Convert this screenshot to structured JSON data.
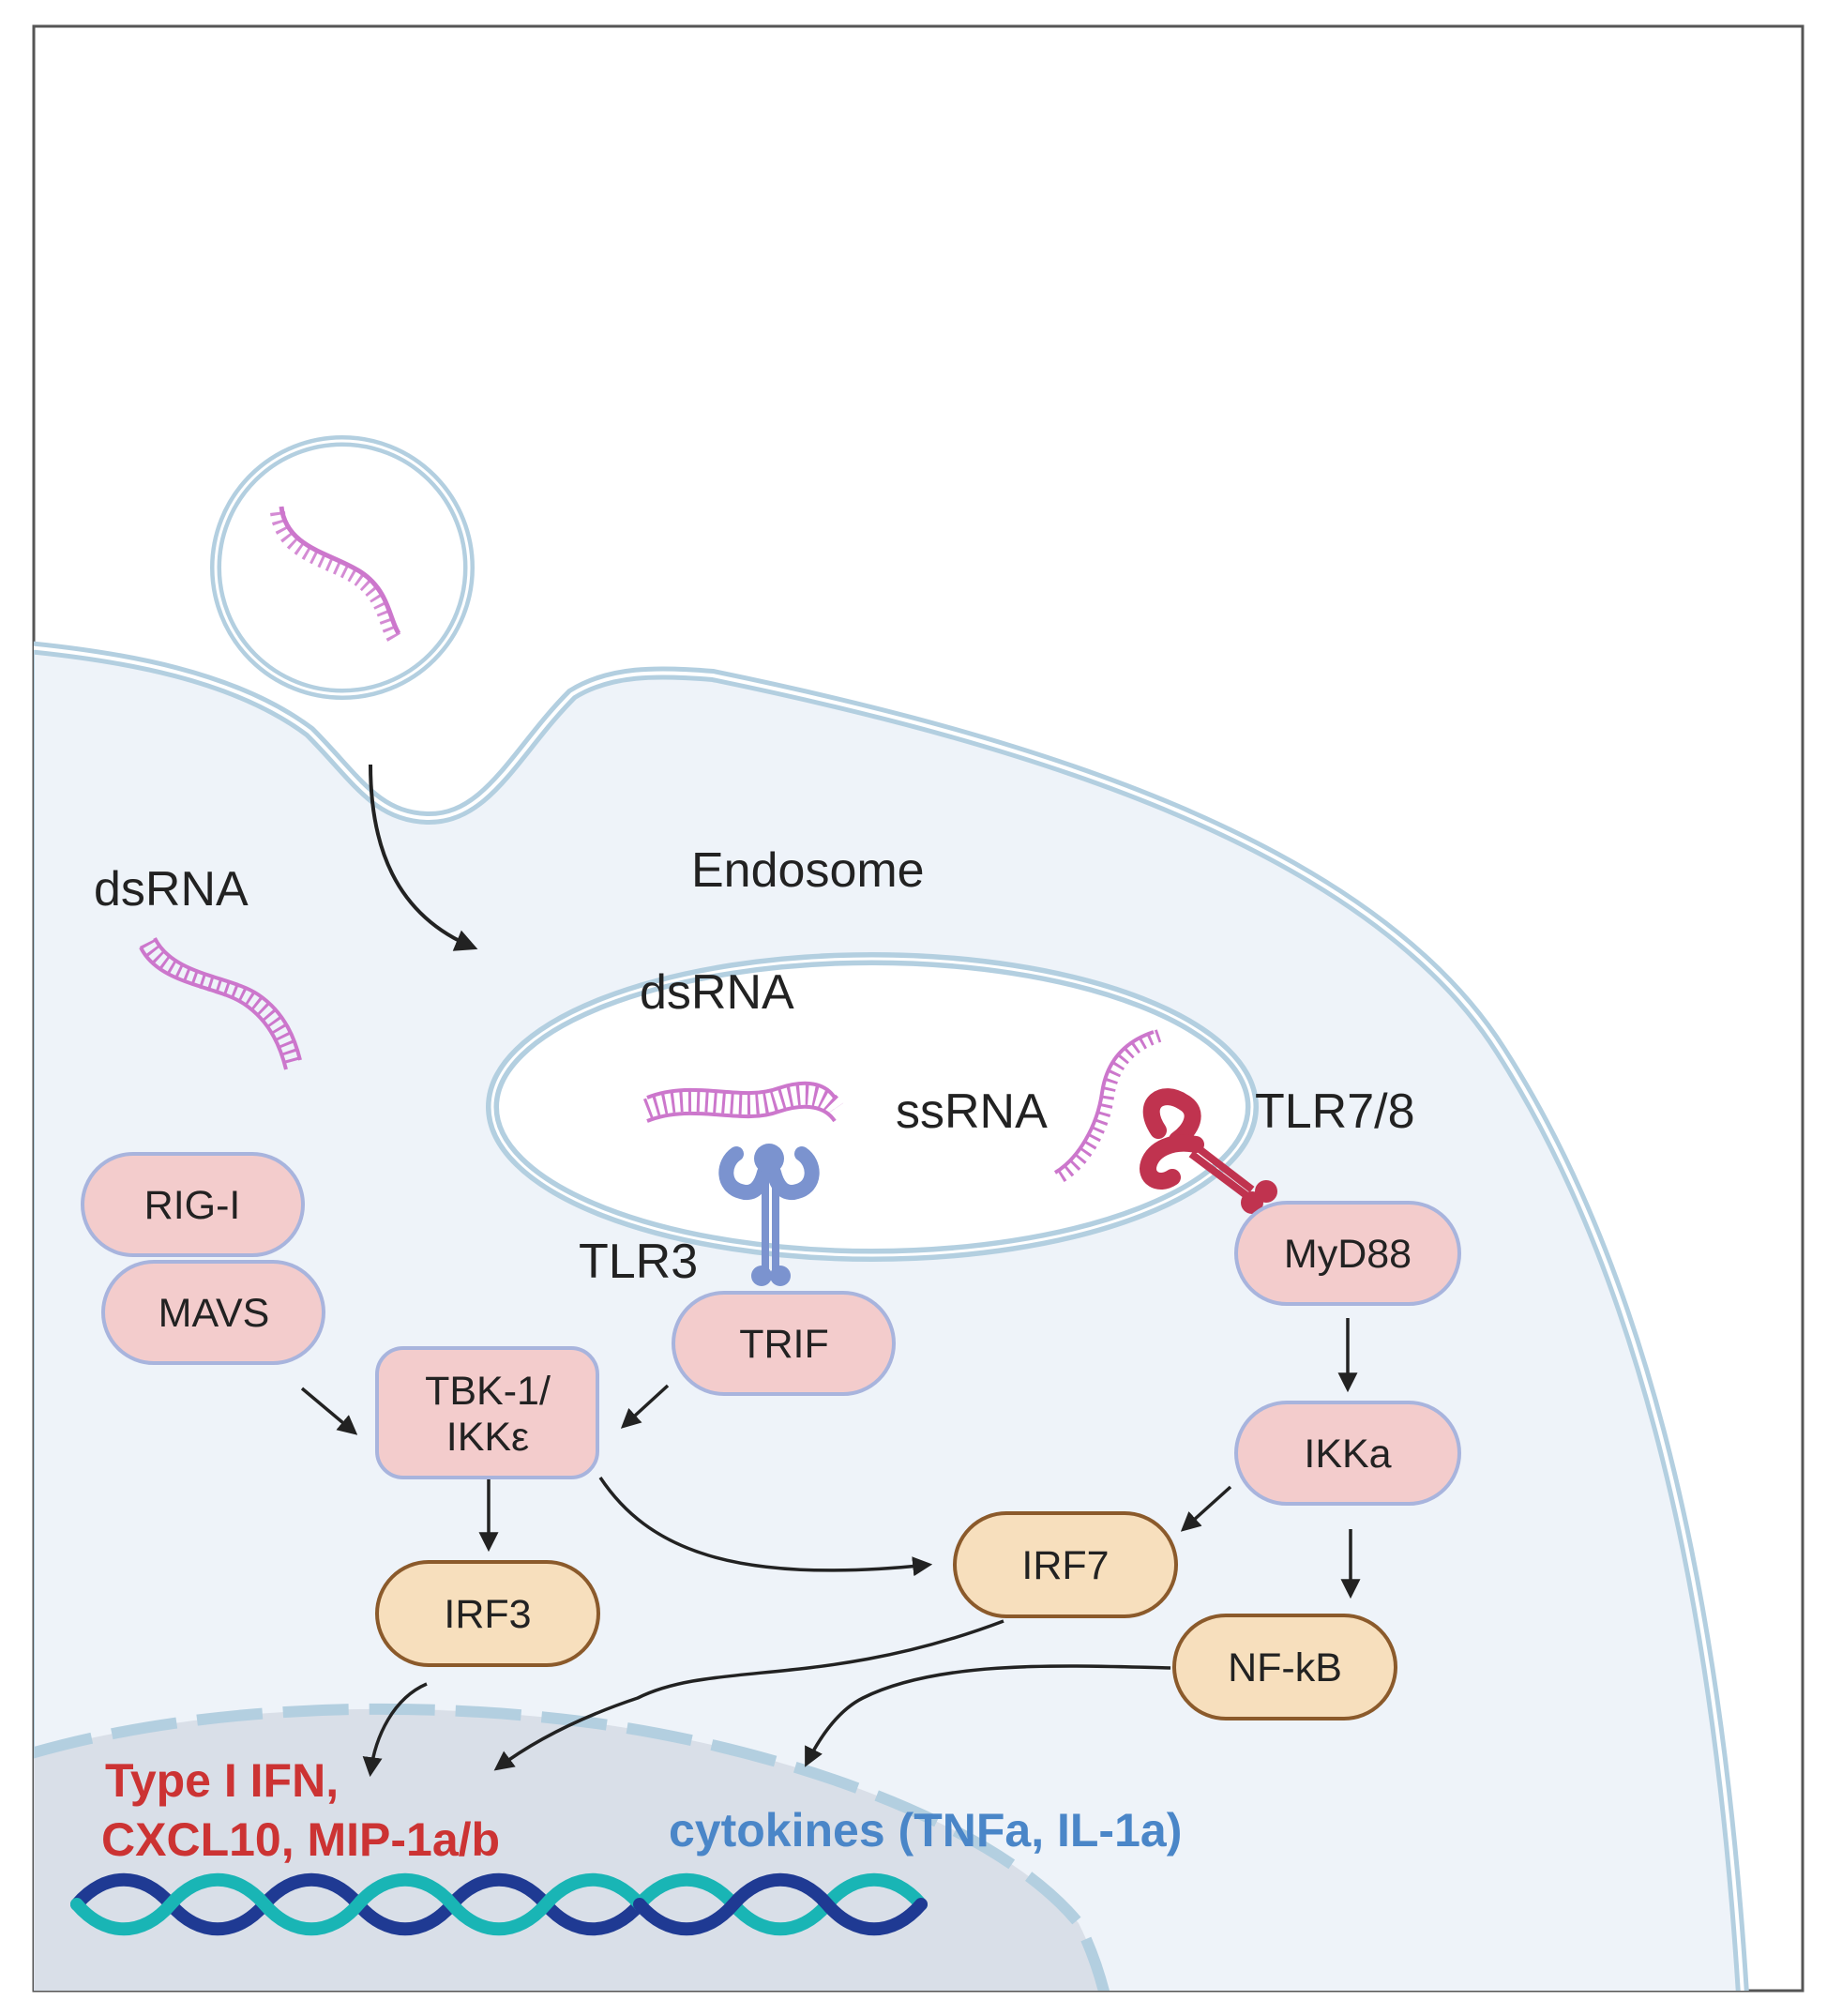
{
  "labels": {
    "dsrna_cytosol": "dsRNA",
    "endosome": "Endosome",
    "dsrna_endosome": "dsRNA",
    "ssrna": "ssRNA",
    "tlr78": "TLR7/8",
    "tlr3": "TLR3"
  },
  "nodes": {
    "rigi": "RIG-I",
    "mavs": "MAVS",
    "tbk1_line1": "TBK-1/",
    "tbk1_line2": "IKKε",
    "trif": "TRIF",
    "myd88": "MyD88",
    "ikka": "IKKa",
    "irf3": "IRF3",
    "irf7": "IRF7",
    "nfkb": "NF-kB"
  },
  "outputs": {
    "ifn_line1": "Type I IFN,",
    "ifn_line2": "CXCL10, MIP-1a/b",
    "cytokines": "cytokines (TNFa, IL-1a)"
  },
  "colors": {
    "membrane": "#b3cfe0",
    "cytoplasm": "#eef3f9",
    "nucleus": "#d9dfe8",
    "rna": "#cc77cc",
    "tlr3": "#7b93cf",
    "tlr78": "#c0334f",
    "pink_node_fill": "#f3cccc",
    "pink_node_stroke": "#a8b4dd",
    "tan_node_fill": "#f7dfbd",
    "tan_node_stroke": "#8b5a2b",
    "ifn_text": "#cc3333",
    "cytokine_text": "#4a86c8",
    "dna_dark": "#1f3a93",
    "dna_teal": "#19b5b5"
  }
}
